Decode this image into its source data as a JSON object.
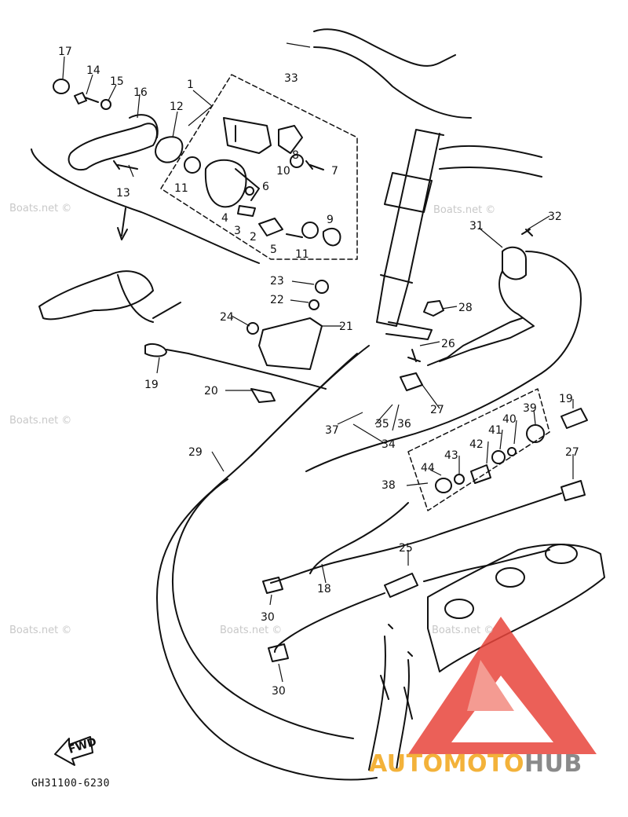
{
  "watermark": "Boats.net ©",
  "diagram_code": "GH31100-6230",
  "fwd_label": "FWD",
  "brand": {
    "part1": "AUTOMOTO",
    "part2": "HUB"
  },
  "colors": {
    "ink": "#111111",
    "logo_red": "#e8453c",
    "logo_yellow": "#f3b23a",
    "logo_gray": "#8a8a8a"
  },
  "callouts": [
    "17",
    "14",
    "15",
    "16",
    "12",
    "1",
    "13",
    "11",
    "10",
    "8",
    "7",
    "6",
    "4",
    "3",
    "2",
    "5",
    "11",
    "9",
    "33",
    "31",
    "32",
    "23",
    "22",
    "24",
    "21",
    "28",
    "26",
    "19",
    "20",
    "27",
    "35",
    "36",
    "37",
    "34",
    "19",
    "39",
    "40",
    "41",
    "42",
    "43",
    "44",
    "38",
    "29",
    "27",
    "25",
    "18",
    "30",
    "30"
  ]
}
